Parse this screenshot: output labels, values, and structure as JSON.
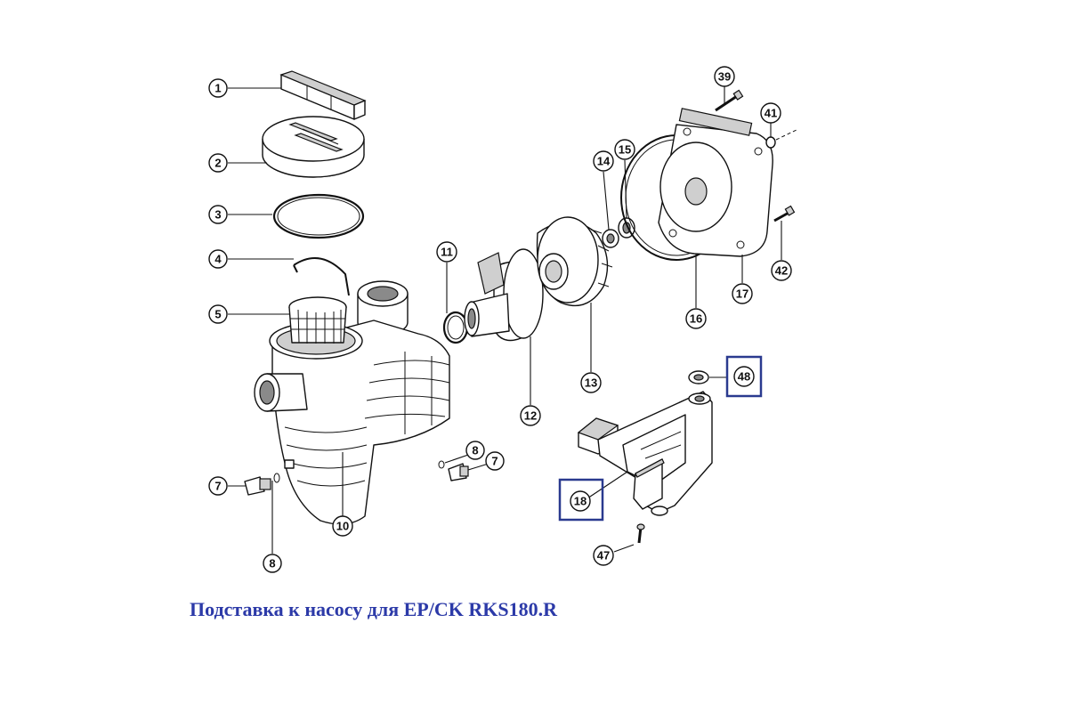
{
  "caption": "Подставка к насосу для EP/CK RKS180.R",
  "callouts": [
    {
      "id": "1",
      "label": "1"
    },
    {
      "id": "2",
      "label": "2"
    },
    {
      "id": "3",
      "label": "3"
    },
    {
      "id": "4",
      "label": "4"
    },
    {
      "id": "5",
      "label": "5"
    },
    {
      "id": "7a",
      "label": "7"
    },
    {
      "id": "8a",
      "label": "8"
    },
    {
      "id": "10",
      "label": "10"
    },
    {
      "id": "8b",
      "label": "8"
    },
    {
      "id": "7b",
      "label": "7"
    },
    {
      "id": "11",
      "label": "11"
    },
    {
      "id": "12",
      "label": "12"
    },
    {
      "id": "13",
      "label": "13"
    },
    {
      "id": "14",
      "label": "14"
    },
    {
      "id": "15",
      "label": "15"
    },
    {
      "id": "16",
      "label": "16"
    },
    {
      "id": "17",
      "label": "17"
    },
    {
      "id": "39",
      "label": "39"
    },
    {
      "id": "41",
      "label": "41"
    },
    {
      "id": "42",
      "label": "42"
    },
    {
      "id": "48",
      "label": "48"
    },
    {
      "id": "18",
      "label": "18"
    },
    {
      "id": "47",
      "label": "47"
    }
  ],
  "highlighted_parts": [
    "48",
    "18"
  ],
  "colors": {
    "caption": "#2c3aa8",
    "highlight_box": "#2a3a8f",
    "line": "#111111"
  }
}
